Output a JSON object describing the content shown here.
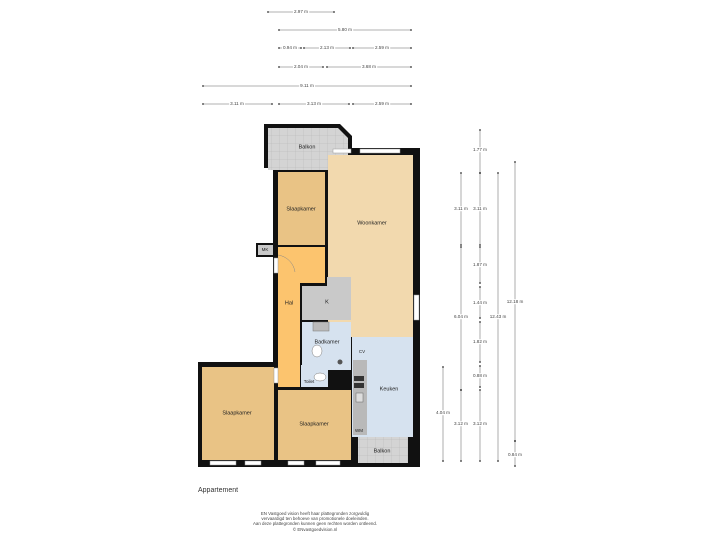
{
  "plan_title": "Appartement",
  "rooms": {
    "balkon_top": "Balkon",
    "slaapkamer_top": "Slaapkamer",
    "woonkamer": "Woonkamer",
    "mk": "MK",
    "hal": "Hal",
    "k": "K",
    "badkamer": "Badkamer",
    "toilet": "Toilet",
    "cv": "CV",
    "keuken": "Keuken",
    "wm": "WM",
    "balkon_bottom": "Balkon",
    "slaapkamer_left": "Slaapkamer",
    "slaapkamer_mid": "Slaapkamer"
  },
  "room_colors": {
    "slaapkamer": "#e9c385",
    "woonkamer": "#f2d9ae",
    "hal": "#fcc46e",
    "storage": "#c9c9c9",
    "wet": "#d6e2ef",
    "balkon": "#d4d4d4"
  },
  "dimensions_top": [
    "2.97 m",
    "5.80 m",
    "0.94 m",
    "2.13 m",
    "2.59 m",
    "2.04 m",
    "3.68 m",
    "9.11 m",
    "3.11 m",
    "3.13 m",
    "2.59 m"
  ],
  "dimensions_right": [
    "1.77 m",
    "3.11 m",
    "3.11 m",
    "1.87 m",
    "1.44 m",
    "6.04 m",
    "12.43 m",
    "12.18 m",
    "1.82 m",
    "0.88 m",
    "4.04 m",
    "3.12 m",
    "3.12 m",
    "0.84 m"
  ],
  "footer": [
    "EN Vastgoed vision heeft haar plattegronden zorgvuldig",
    "vervaardigd ten behoeve van promotionele doeleinden.",
    "Aan deze plattegronden kunnen geen rechten worden ontleend.",
    "© ENvastgoedvision.nl"
  ]
}
